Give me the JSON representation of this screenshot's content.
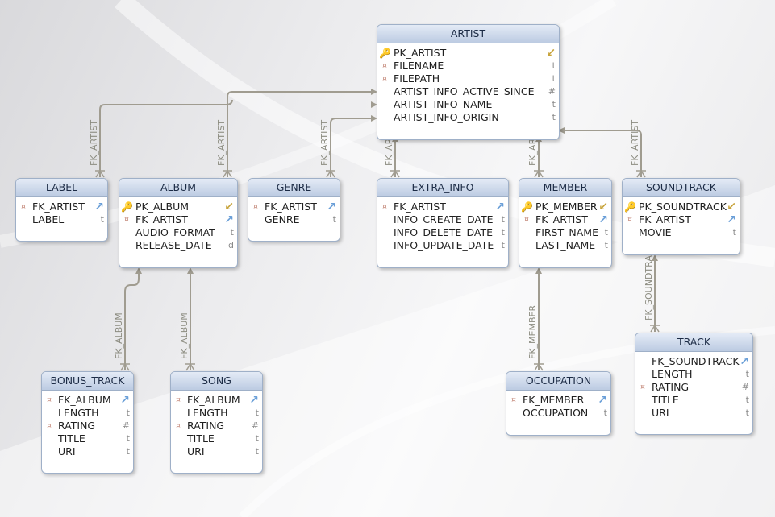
{
  "tables": [
    {
      "id": "artist",
      "name": "ARTIST",
      "columns": [
        {
          "name": "PK_ARTIST",
          "marker": "key",
          "type": "↙"
        },
        {
          "name": "FILENAME",
          "marker": "dot",
          "type": "t"
        },
        {
          "name": "FILEPATH",
          "marker": "dot",
          "type": "t"
        },
        {
          "name": "ARTIST_INFO_ACTIVE_SINCE",
          "marker": "",
          "type": "#"
        },
        {
          "name": "ARTIST_INFO_NAME",
          "marker": "",
          "type": "t"
        },
        {
          "name": "ARTIST_INFO_ORIGIN",
          "marker": "",
          "type": "t"
        }
      ]
    },
    {
      "id": "label",
      "name": "LABEL",
      "columns": [
        {
          "name": "FK_ARTIST",
          "marker": "dot",
          "type": "↗"
        },
        {
          "name": "LABEL",
          "marker": "",
          "type": "t"
        }
      ]
    },
    {
      "id": "album",
      "name": "ALBUM",
      "columns": [
        {
          "name": "PK_ALBUM",
          "marker": "key",
          "type": "↙"
        },
        {
          "name": "FK_ARTIST",
          "marker": "dot",
          "type": "↗"
        },
        {
          "name": "AUDIO_FORMAT",
          "marker": "",
          "type": "t"
        },
        {
          "name": "RELEASE_DATE",
          "marker": "",
          "type": "d"
        }
      ]
    },
    {
      "id": "genre",
      "name": "GENRE",
      "columns": [
        {
          "name": "FK_ARTIST",
          "marker": "dot",
          "type": "↗"
        },
        {
          "name": "GENRE",
          "marker": "",
          "type": "t"
        }
      ]
    },
    {
      "id": "extra_info",
      "name": "EXTRA_INFO",
      "columns": [
        {
          "name": "FK_ARTIST",
          "marker": "dot",
          "type": "↗"
        },
        {
          "name": "INFO_CREATE_DATE",
          "marker": "",
          "type": "t"
        },
        {
          "name": "INFO_DELETE_DATE",
          "marker": "",
          "type": "t"
        },
        {
          "name": "INFO_UPDATE_DATE",
          "marker": "",
          "type": "t"
        }
      ]
    },
    {
      "id": "member",
      "name": "MEMBER",
      "columns": [
        {
          "name": "PK_MEMBER",
          "marker": "key",
          "type": "↙"
        },
        {
          "name": "FK_ARTIST",
          "marker": "dot",
          "type": "↗"
        },
        {
          "name": "FIRST_NAME",
          "marker": "",
          "type": "t"
        },
        {
          "name": "LAST_NAME",
          "marker": "",
          "type": "t"
        }
      ]
    },
    {
      "id": "soundtrack",
      "name": "SOUNDTRACK",
      "columns": [
        {
          "name": "PK_SOUNDTRACK",
          "marker": "key",
          "type": "↙"
        },
        {
          "name": "FK_ARTIST",
          "marker": "dot",
          "type": "↗"
        },
        {
          "name": "MOVIE",
          "marker": "",
          "type": "t"
        }
      ]
    },
    {
      "id": "bonus_track",
      "name": "BONUS_TRACK",
      "columns": [
        {
          "name": "FK_ALBUM",
          "marker": "dot",
          "type": "↗"
        },
        {
          "name": "LENGTH",
          "marker": "",
          "type": "t"
        },
        {
          "name": "RATING",
          "marker": "dot",
          "type": "#"
        },
        {
          "name": "TITLE",
          "marker": "",
          "type": "t"
        },
        {
          "name": "URI",
          "marker": "",
          "type": "t"
        }
      ]
    },
    {
      "id": "song",
      "name": "SONG",
      "columns": [
        {
          "name": "FK_ALBUM",
          "marker": "dot",
          "type": "↗"
        },
        {
          "name": "LENGTH",
          "marker": "",
          "type": "t"
        },
        {
          "name": "RATING",
          "marker": "dot",
          "type": "#"
        },
        {
          "name": "TITLE",
          "marker": "",
          "type": "t"
        },
        {
          "name": "URI",
          "marker": "",
          "type": "t"
        }
      ]
    },
    {
      "id": "occupation",
      "name": "OCCUPATION",
      "columns": [
        {
          "name": "FK_MEMBER",
          "marker": "dot",
          "type": "↗"
        },
        {
          "name": "OCCUPATION",
          "marker": "",
          "type": "t"
        }
      ]
    },
    {
      "id": "track",
      "name": "TRACK",
      "columns": [
        {
          "name": "FK_SOUNDTRACK",
          "marker": "",
          "type": "↗"
        },
        {
          "name": "LENGTH",
          "marker": "",
          "type": "t"
        },
        {
          "name": "RATING",
          "marker": "dot",
          "type": "#"
        },
        {
          "name": "TITLE",
          "marker": "",
          "type": "t"
        },
        {
          "name": "URI",
          "marker": "",
          "type": "t"
        }
      ]
    }
  ],
  "relationships": [
    {
      "id": "label-artist",
      "label": "FK_ARTIST",
      "from": "label",
      "to": "artist"
    },
    {
      "id": "album-artist",
      "label": "FK_ARTIST",
      "from": "album",
      "to": "artist"
    },
    {
      "id": "genre-artist",
      "label": "FK_ARTIST",
      "from": "genre",
      "to": "artist"
    },
    {
      "id": "extra-artist",
      "label": "FK_AR",
      "from": "extra_info",
      "to": "artist"
    },
    {
      "id": "member-artist",
      "label": "FK_AR",
      "from": "member",
      "to": "artist"
    },
    {
      "id": "soundtrack-artist",
      "label": "FK_ARTIST",
      "from": "soundtrack",
      "to": "artist"
    },
    {
      "id": "bonus-album",
      "label": "FK_ALBUM",
      "from": "bonus_track",
      "to": "album"
    },
    {
      "id": "song-album",
      "label": "FK_ALBUM",
      "from": "song",
      "to": "album"
    },
    {
      "id": "occupation-member",
      "label": "FK_MEMBER",
      "from": "occupation",
      "to": "member"
    },
    {
      "id": "track-soundtrack",
      "label": "FK_SOUNDTRA",
      "from": "track",
      "to": "soundtrack"
    }
  ]
}
